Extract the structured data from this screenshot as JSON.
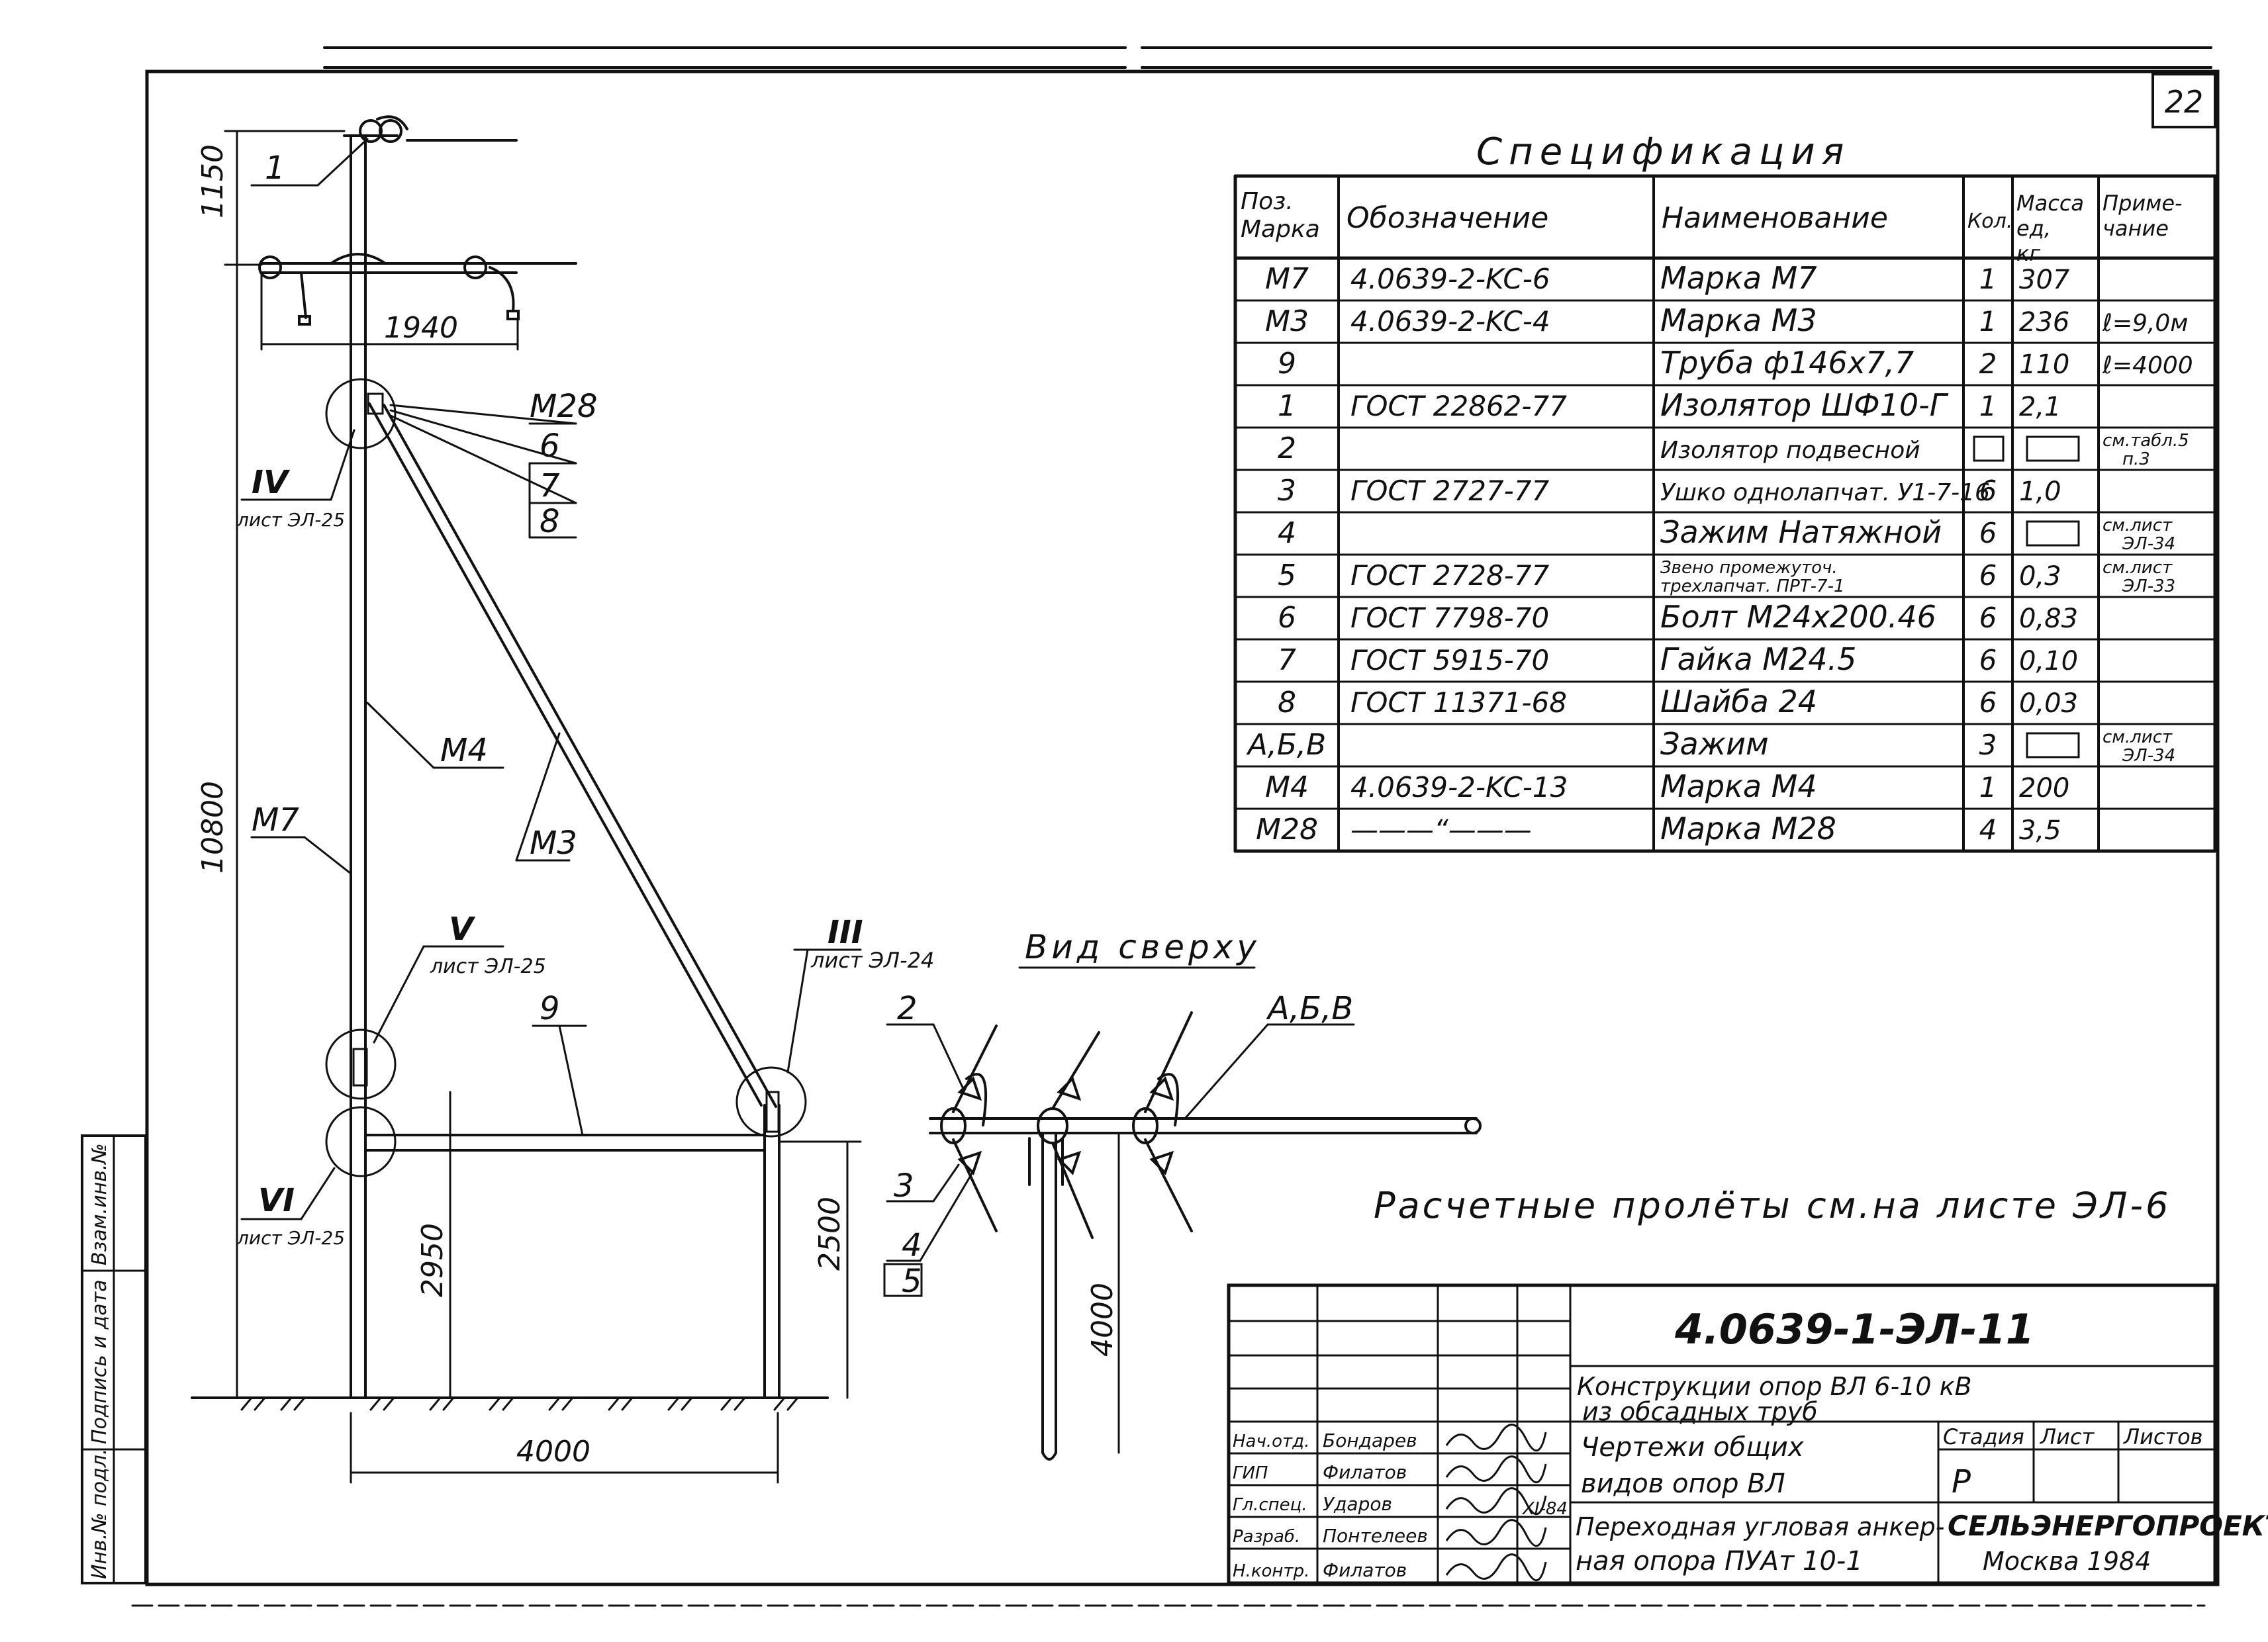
{
  "sheet_number": "22",
  "spec": {
    "title": "Спецификация",
    "headers": {
      "pos": "Поз. Марка",
      "designation": "Обозначение",
      "name": "Наименование",
      "qty": "Кол.",
      "mass": "Масса ед, кг",
      "note": "Приме- чание"
    },
    "rows": [
      {
        "pos": "M7",
        "designation": "4.0639-2-KC-6",
        "name": "Марка М7",
        "qty": "1",
        "mass": "307",
        "note": ""
      },
      {
        "pos": "M3",
        "designation": "4.0639-2-KC-4",
        "name": "Марка М3",
        "qty": "1",
        "mass": "236",
        "note": "ℓ=9,0м"
      },
      {
        "pos": "9",
        "designation": "",
        "name": "Труба ф146х7,7",
        "qty": "2",
        "mass": "110",
        "note": "ℓ=4000"
      },
      {
        "pos": "1",
        "designation": "ГОСТ 22862-77",
        "name": "Изолятор ШФ10-Г",
        "qty": "1",
        "mass": "2,1",
        "note": ""
      },
      {
        "pos": "2",
        "designation": "",
        "name": "Изолятор подвесной",
        "qty": "",
        "mass": "",
        "note": "см.табл.5 п.3"
      },
      {
        "pos": "3",
        "designation": "ГОСТ 2727-77",
        "name": "Ушко однолапчат. У1-7-16",
        "qty": "6",
        "mass": "1,0",
        "note": ""
      },
      {
        "pos": "4",
        "designation": "",
        "name": "Зажим Натяжной",
        "qty": "6",
        "mass": "",
        "note": "см.лист ЭЛ-34"
      },
      {
        "pos": "5",
        "designation": "ГОСТ 2728-77",
        "name": "Звено промежуточ. трехлапчат. ПРТ-7-1",
        "qty": "6",
        "mass": "0,3",
        "note": "см.лист ЭЛ-33"
      },
      {
        "pos": "6",
        "designation": "ГОСТ 7798-70",
        "name": "Болт М24х200.46",
        "qty": "6",
        "mass": "0,83",
        "note": ""
      },
      {
        "pos": "7",
        "designation": "ГОСТ 5915-70",
        "name": "Гайка М24.5",
        "qty": "6",
        "mass": "0,10",
        "note": ""
      },
      {
        "pos": "8",
        "designation": "ГОСТ 11371-68",
        "name": "Шайба 24",
        "qty": "6",
        "mass": "0,03",
        "note": ""
      },
      {
        "pos": "А,Б,В",
        "designation": "",
        "name": "Зажим",
        "qty": "3",
        "mass": "",
        "note": "см.лист ЭЛ-34"
      },
      {
        "pos": "M4",
        "designation": "4.0639-2-KC-13",
        "name": "Марка М4",
        "qty": "1",
        "mass": "200",
        "note": ""
      },
      {
        "pos": "M28",
        "designation": "———“———",
        "name": "Марка М28",
        "qty": "4",
        "mass": "3,5",
        "note": ""
      }
    ]
  },
  "drawing": {
    "labels": {
      "pos1": "1",
      "m28": "M28",
      "pos6": "6",
      "pos7": "7",
      "pos8": "8",
      "m4": "M4",
      "m3": "M3",
      "m7": "M7",
      "pos9": "9",
      "view4": "IV",
      "view4_sheet": "лист ЭЛ-25",
      "view5": "V",
      "view5_sheet": "лист ЭЛ-25",
      "view6": "VI",
      "view6_sheet": "лист ЭЛ-25",
      "view3": "III",
      "view3_sheet": "лист ЭЛ-24"
    },
    "dims": {
      "d1150": "1150",
      "d1940": "1940",
      "d10800": "10800",
      "d2950": "2950",
      "d2500": "2500",
      "d4000": "4000",
      "d4000v": "4000"
    }
  },
  "top_view": {
    "title": "Вид сверху",
    "labels": {
      "pos2": "2",
      "pos3": "3",
      "pos4": "4",
      "pos5": "5",
      "abv": "А,Б,В"
    }
  },
  "note": "Расчетные пролёты см.на листе ЭЛ-6",
  "title_block": {
    "code": "4.0639-1-ЭЛ-11",
    "project_line1": "Конструкции опор ВЛ 6-10 кВ",
    "project_line2": "из обсадных труб",
    "sheet_title_line1": "Чертежи общих",
    "sheet_title_line2": "видов опор ВЛ",
    "object_line1": "Переходная угловая анкер-",
    "object_line2": "ная опора ПУАт 10-1",
    "stage_label": "Стадия",
    "sheet_label": "Лист",
    "sheets_label": "Листов",
    "stage_value": "Р",
    "org": "СЕЛЬЭНЕРГОПРОЕКТ",
    "city_year": "Москва 1984",
    "roles": [
      {
        "role": "Нач.отд.",
        "person": "Бондарев"
      },
      {
        "role": "ГИП",
        "person": "Филатов"
      },
      {
        "role": "Гл.спец.",
        "person": "Ударов"
      },
      {
        "role": "Разраб.",
        "person": "Понтелеев"
      },
      {
        "role": "Н.контр.",
        "person": "Филатов"
      }
    ],
    "date_note": "XI-84"
  },
  "side_stamp": {
    "inv": "Инв.№ подл.",
    "sign": "Подпись и дата",
    "vzam": "Взам.инв.№"
  }
}
